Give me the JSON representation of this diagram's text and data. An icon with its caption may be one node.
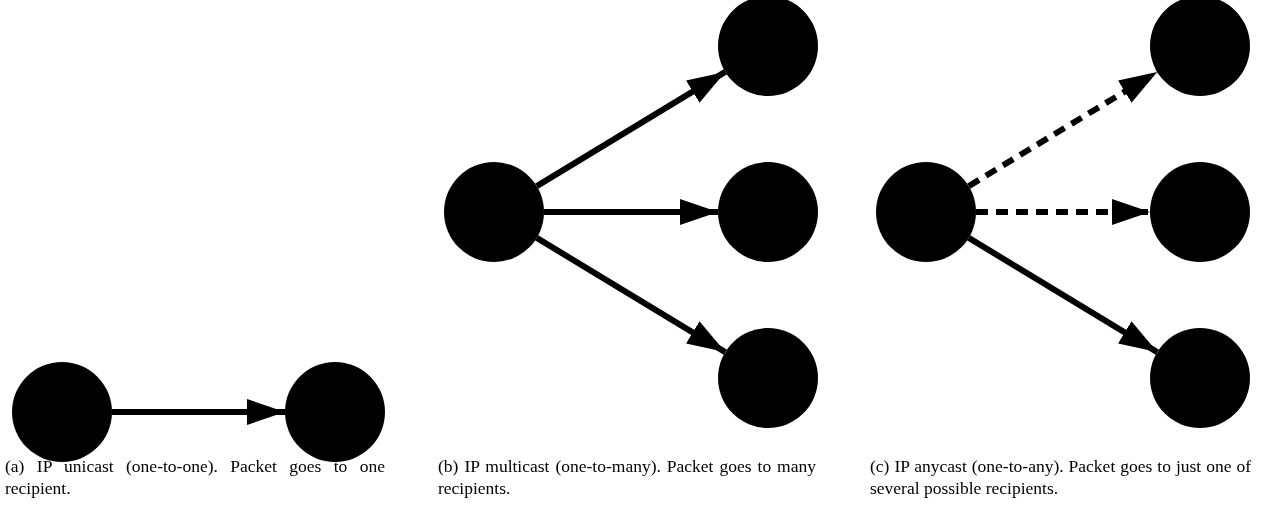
{
  "diagram": {
    "nodes": [
      {
        "text": [],
        "shape": "circle"
      },
      {
        "text": [],
        "shape": "circle"
      },
      {
        "text": [],
        "shape": "circle"
      },
      {
        "text": [],
        "shape": "circle"
      },
      {
        "text": [],
        "shape": "circle"
      },
      {
        "text": [],
        "shape": "circle"
      },
      {
        "text": [],
        "shape": "circle"
      },
      {
        "text": [],
        "shape": "circle"
      },
      {
        "text": [],
        "shape": "circle"
      },
      {
        "text": [],
        "shape": "circle"
      }
    ],
    "edges": [
      {
        "from": 0,
        "to": 1,
        "arrow": "to"
      },
      {
        "from": 2,
        "to": 3,
        "arrow": "to"
      },
      {
        "from": 2,
        "to": 4,
        "arrow": "to"
      },
      {
        "from": 2,
        "to": 5,
        "arrow": "to"
      },
      {
        "from": 6,
        "to": 7,
        "arrow": "to",
        "style": "dashed"
      },
      {
        "from": 6,
        "to": 8,
        "arrow": "to",
        "style": "dashed"
      },
      {
        "from": 6,
        "to": 9,
        "arrow": "to"
      }
    ],
    "labels": [
      "(a) IP unicast (one-to-one). Packet goes to one recipient.",
      "(b) IP multicast (one-to-many). Packet goes to many recipients.",
      "(c) IP anycast (one-to-any). Packet goes to just one of several possible recipients."
    ]
  }
}
